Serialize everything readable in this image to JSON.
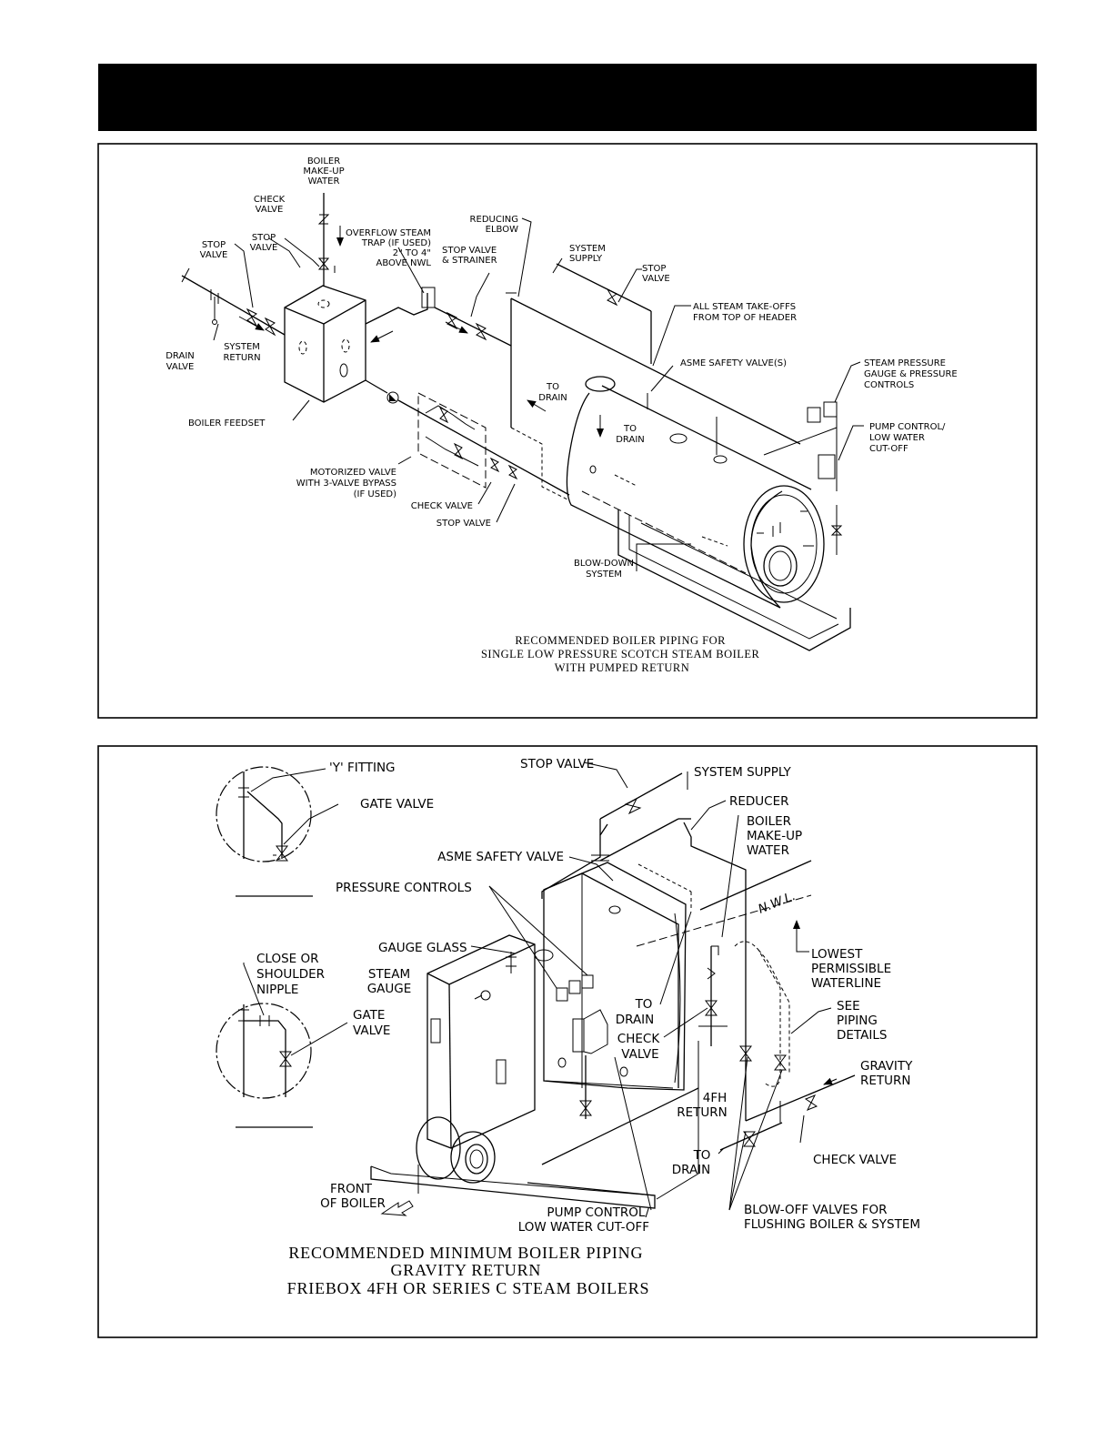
{
  "diagram1": {
    "labels": {
      "boiler_makeup_water": [
        "BOILER",
        "MAKE-UP",
        "WATER"
      ],
      "check_valve": [
        "CHECK",
        "VALVE"
      ],
      "stop_valve_a": [
        "STOP",
        "VALVE"
      ],
      "stop_valve_b": [
        "STOP",
        "VALVE"
      ],
      "overflow_steam_trap": [
        "OVERFLOW STEAM",
        "TRAP (IF USED)",
        "2\" TO 4\"",
        "ABOVE NWL"
      ],
      "reducing_elbow": [
        "REDUCING",
        "ELBOW"
      ],
      "stop_valve_strainer": [
        "STOP VALVE",
        "& STRAINER"
      ],
      "system_supply": [
        "SYSTEM",
        "SUPPLY"
      ],
      "stop_valve_c": [
        "STOP",
        "VALVE"
      ],
      "steam_takeoffs": [
        "ALL STEAM TAKE-OFFS",
        "FROM TOP OF HEADER"
      ],
      "drain_valve": [
        "DRAIN",
        "VALVE"
      ],
      "system_return": [
        "SYSTEM",
        "RETURN"
      ],
      "asme_safety": [
        "ASME SAFETY VALVE(S)"
      ],
      "steam_pressure_gauge": [
        "STEAM PRESSURE",
        "GAUGE & PRESSURE",
        "CONTROLS"
      ],
      "to_drain_a": [
        "TO",
        "DRAIN"
      ],
      "to_drain_b": [
        "TO",
        "DRAIN"
      ],
      "pump_control": [
        "PUMP CONTROL/",
        "LOW WATER",
        "CUT-OFF"
      ],
      "boiler_feedset": [
        "BOILER FEEDSET"
      ],
      "motorized_valve": [
        "MOTORIZED VALVE",
        "WITH 3-VALVE BYPASS",
        "(IF USED)"
      ],
      "check_valve_b": [
        "CHECK VALVE"
      ],
      "stop_valve_d": [
        "STOP VALVE"
      ],
      "blowdown": [
        "BLOW-DOWN",
        "SYSTEM"
      ]
    },
    "caption": [
      "RECOMMENDED BOILER PIPING FOR",
      "SINGLE LOW PRESSURE SCOTCH STEAM BOILER",
      "WITH PUMPED RETURN"
    ]
  },
  "diagram2": {
    "labels": {
      "y_fitting": [
        "'Y' FITTING"
      ],
      "gate_valve_a": [
        "GATE VALVE"
      ],
      "stop_valve": [
        "STOP VALVE"
      ],
      "system_supply": [
        "SYSTEM SUPPLY"
      ],
      "reducer": [
        "REDUCER"
      ],
      "boiler_makeup": [
        "BOILER",
        "MAKE-UP",
        "WATER"
      ],
      "asme_safety": [
        "ASME SAFETY VALVE"
      ],
      "pressure_controls": [
        "PRESSURE CONTROLS"
      ],
      "nwl": [
        "N.W.L."
      ],
      "gauge_glass": [
        "GAUGE GLASS"
      ],
      "lowest_waterline": [
        "LOWEST",
        "PERMISSIBLE",
        "WATERLINE"
      ],
      "close_nipple": [
        "CLOSE OR",
        "SHOULDER",
        "NIPPLE"
      ],
      "steam_gauge": [
        "STEAM",
        "GAUGE"
      ],
      "gate_valve_b": [
        "GATE",
        "VALVE"
      ],
      "to_drain_a": [
        "TO",
        "DRAIN"
      ],
      "check_valve_a": [
        "CHECK",
        "VALVE"
      ],
      "see_piping": [
        "SEE",
        "PIPING",
        "DETAILS"
      ],
      "gravity_return": [
        "GRAVITY",
        "RETURN"
      ],
      "fh_return": [
        "4FH",
        "RETURN"
      ],
      "to_drain_b": [
        "TO",
        "DRAIN"
      ],
      "check_valve_b": [
        "CHECK VALVE"
      ],
      "front_of_boiler": [
        "FRONT",
        "OF BOILER"
      ],
      "pump_control": [
        "PUMP CONTROL/",
        "LOW WATER CUT-OFF"
      ],
      "blowoff": [
        "BLOW-OFF VALVES FOR",
        "FLUSHING BOILER & SYSTEM"
      ]
    },
    "caption": [
      "RECOMMENDED MINIMUM BOILER PIPING",
      "GRAVITY RETURN",
      "FRIEBOX 4FH OR SERIES C STEAM BOILERS"
    ]
  }
}
